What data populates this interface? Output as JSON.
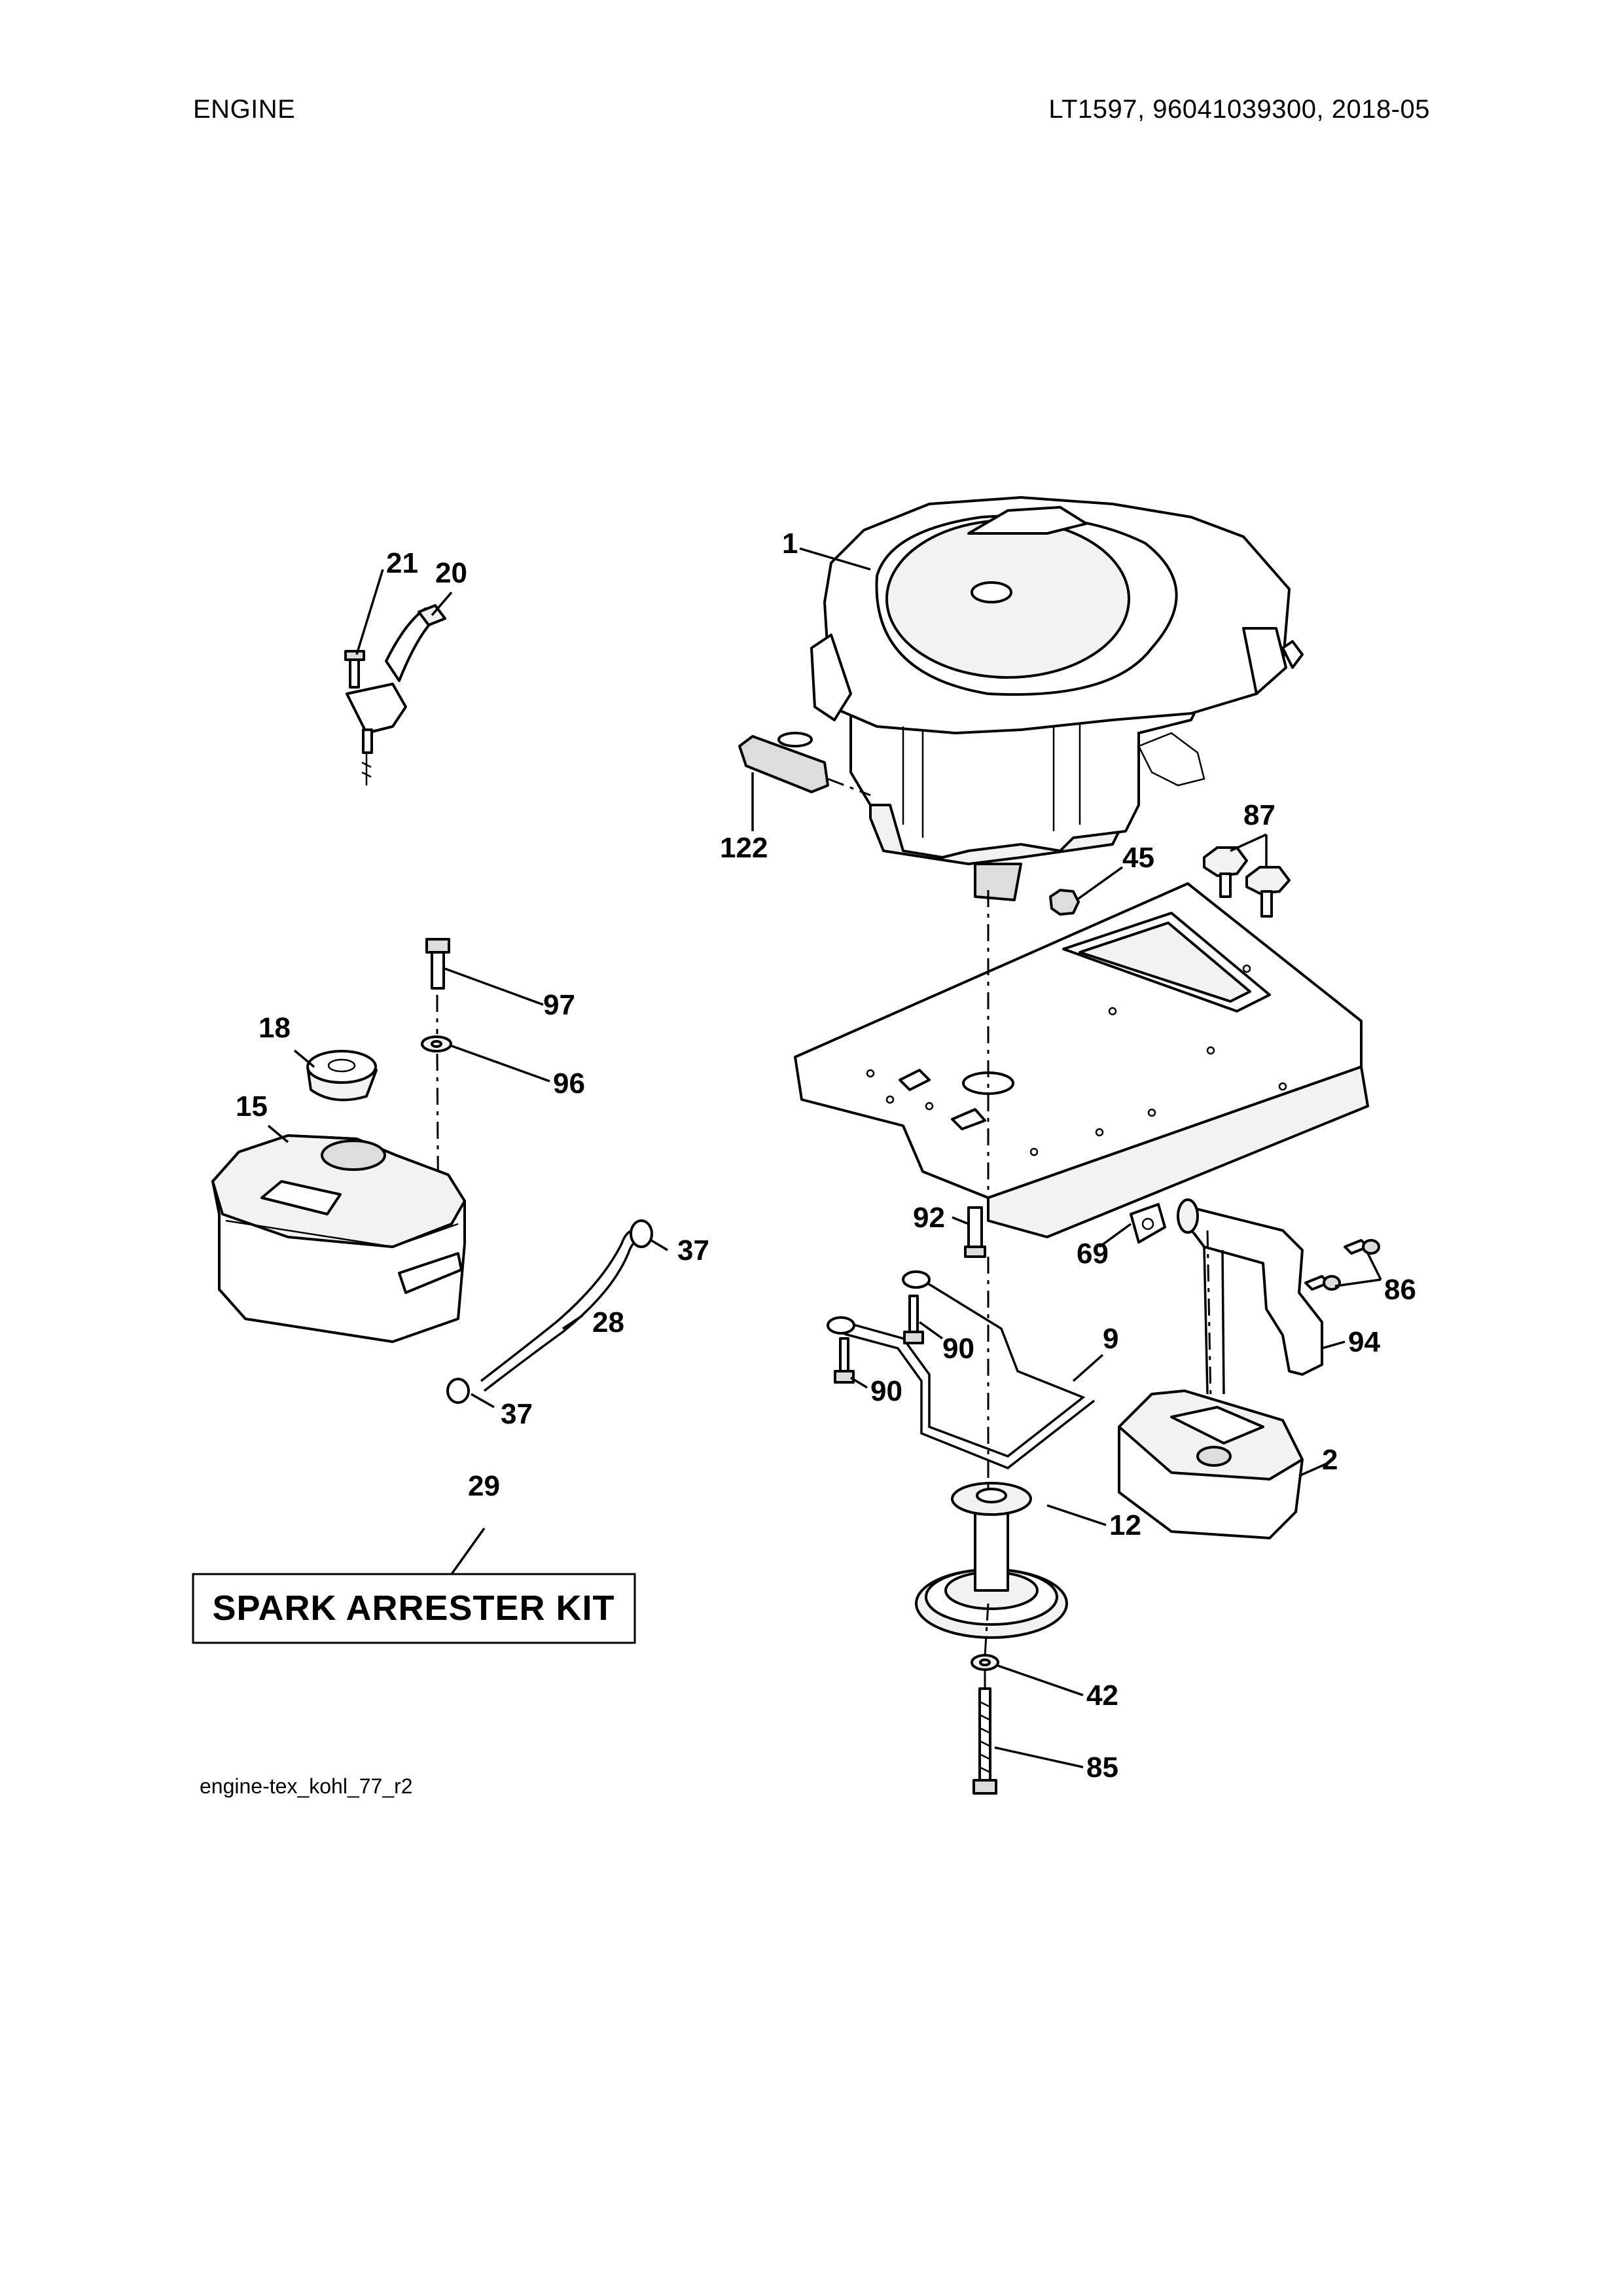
{
  "header": {
    "section": "ENGINE",
    "model_info": "LT1597, 96041039300, 2018-05"
  },
  "figure_id": "engine-tex_kohl_77_r2",
  "spark_kit_label": "SPARK ARRESTER KIT",
  "callouts": {
    "c1": "1",
    "c2": "2",
    "c9": "9",
    "c12": "12",
    "c15": "15",
    "c18": "18",
    "c20": "20",
    "c21": "21",
    "c28": "28",
    "c29": "29",
    "c37a": "37",
    "c37b": "37",
    "c42": "42",
    "c45": "45",
    "c69": "69",
    "c85": "85",
    "c86": "86",
    "c87": "87",
    "c90a": "90",
    "c90b": "90",
    "c92": "92",
    "c94": "94",
    "c96": "96",
    "c97": "97",
    "c122": "122"
  }
}
